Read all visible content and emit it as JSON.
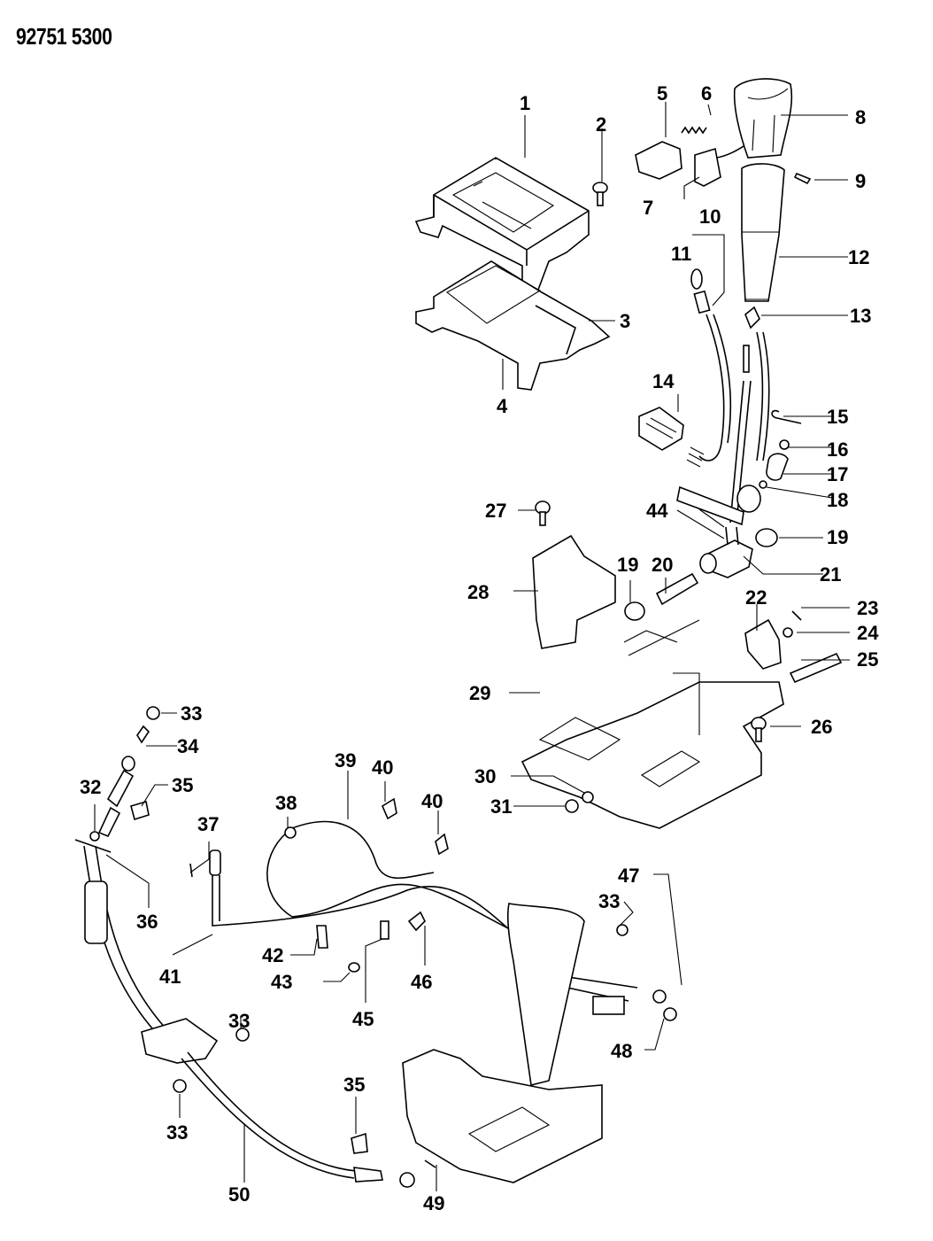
{
  "header": {
    "diagram_number": "92751 5300"
  },
  "diagram": {
    "title": "Automatic transmission shift lever assembly exploded view",
    "callouts": [
      {
        "key": "c1",
        "num": "1"
      },
      {
        "key": "c2",
        "num": "2"
      },
      {
        "key": "c3",
        "num": "3"
      },
      {
        "key": "c4",
        "num": "4"
      },
      {
        "key": "c5",
        "num": "5"
      },
      {
        "key": "c6",
        "num": "6"
      },
      {
        "key": "c7",
        "num": "7"
      },
      {
        "key": "c8",
        "num": "8"
      },
      {
        "key": "c9",
        "num": "9"
      },
      {
        "key": "c10",
        "num": "10"
      },
      {
        "key": "c11",
        "num": "11"
      },
      {
        "key": "c12",
        "num": "12"
      },
      {
        "key": "c13",
        "num": "13"
      },
      {
        "key": "c14",
        "num": "14"
      },
      {
        "key": "c15",
        "num": "15"
      },
      {
        "key": "c16",
        "num": "16"
      },
      {
        "key": "c17",
        "num": "17"
      },
      {
        "key": "c18",
        "num": "18"
      },
      {
        "key": "c19a",
        "num": "19"
      },
      {
        "key": "c19b",
        "num": "19"
      },
      {
        "key": "c20",
        "num": "20"
      },
      {
        "key": "c21",
        "num": "21"
      },
      {
        "key": "c22",
        "num": "22"
      },
      {
        "key": "c23",
        "num": "23"
      },
      {
        "key": "c24",
        "num": "24"
      },
      {
        "key": "c25",
        "num": "25"
      },
      {
        "key": "c26",
        "num": "26"
      },
      {
        "key": "c27",
        "num": "27"
      },
      {
        "key": "c28",
        "num": "28"
      },
      {
        "key": "c29",
        "num": "29"
      },
      {
        "key": "c30",
        "num": "30"
      },
      {
        "key": "c31",
        "num": "31"
      },
      {
        "key": "c32",
        "num": "32"
      },
      {
        "key": "c33a",
        "num": "33"
      },
      {
        "key": "c33b",
        "num": "33"
      },
      {
        "key": "c33c",
        "num": "33"
      },
      {
        "key": "c33d",
        "num": "33"
      },
      {
        "key": "c34",
        "num": "34"
      },
      {
        "key": "c35a",
        "num": "35"
      },
      {
        "key": "c35b",
        "num": "35"
      },
      {
        "key": "c36",
        "num": "36"
      },
      {
        "key": "c37",
        "num": "37"
      },
      {
        "key": "c38",
        "num": "38"
      },
      {
        "key": "c39",
        "num": "39"
      },
      {
        "key": "c40a",
        "num": "40"
      },
      {
        "key": "c40b",
        "num": "40"
      },
      {
        "key": "c41",
        "num": "41"
      },
      {
        "key": "c42",
        "num": "42"
      },
      {
        "key": "c43",
        "num": "43"
      },
      {
        "key": "c44",
        "num": "44"
      },
      {
        "key": "c45",
        "num": "45"
      },
      {
        "key": "c46",
        "num": "46"
      },
      {
        "key": "c47",
        "num": "47"
      },
      {
        "key": "c48",
        "num": "48"
      },
      {
        "key": "c49",
        "num": "49"
      },
      {
        "key": "c50",
        "num": "50"
      }
    ]
  }
}
